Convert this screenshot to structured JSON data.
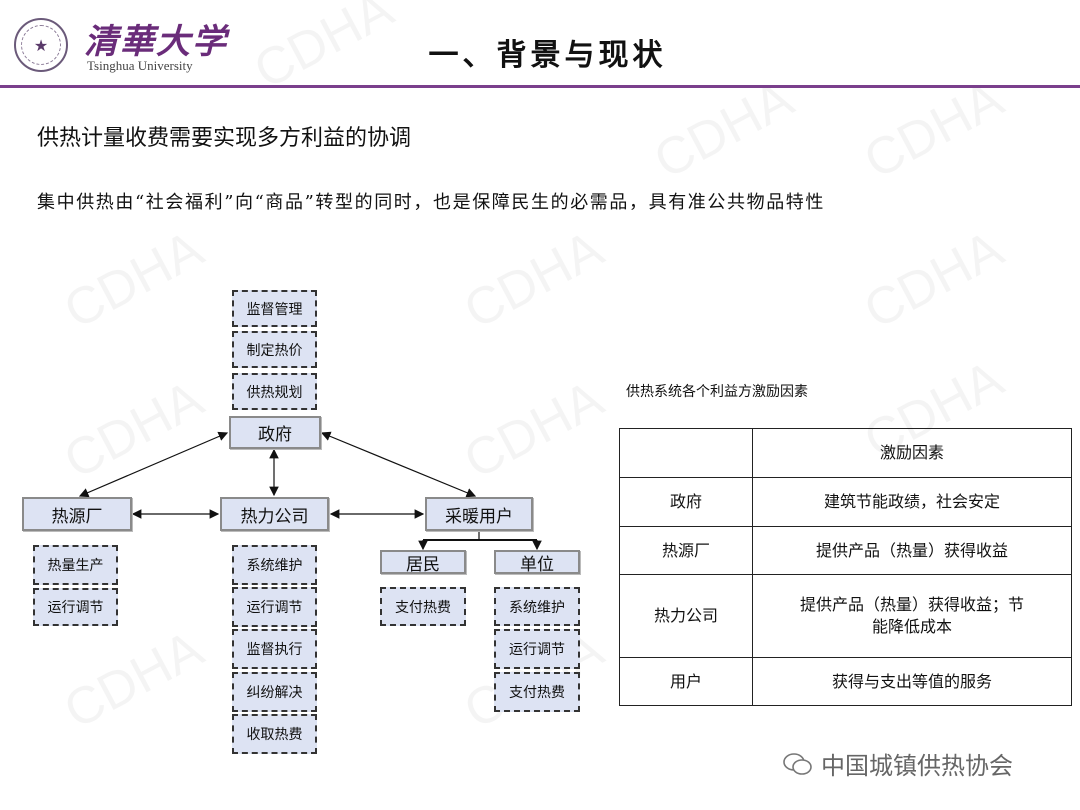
{
  "logo": {
    "cn": "清華大学",
    "en": "Tsinghua University"
  },
  "watermark": "CDHA",
  "title": "一、背景与现状",
  "heading": "供热计量收费需要实现多方利益的协调",
  "subtitle": "集中供热由“社会福利”向“商品”转型的同时，也是保障民生的必需品，具有准公共物品特性",
  "diagram": {
    "government": {
      "label": "政府",
      "duties": [
        "监督管理",
        "制定热价",
        "供热规划"
      ]
    },
    "heat_source": {
      "label": "热源厂",
      "duties": [
        "热量生产",
        "运行调节"
      ]
    },
    "heat_company": {
      "label": "热力公司",
      "duties": [
        "系统维护",
        "运行调节",
        "监督执行",
        "纠纷解决",
        "收取热费"
      ]
    },
    "users": {
      "label": "采暖用户",
      "resident": {
        "label": "居民",
        "duties": [
          "支付热费"
        ]
      },
      "unit": {
        "label": "单位",
        "duties": [
          "系统维护",
          "运行调节",
          "支付热费"
        ]
      }
    }
  },
  "table": {
    "caption": "供热系统各个利益方激励因素",
    "header": [
      "",
      "激励因素"
    ],
    "rows": [
      [
        "政府",
        "建筑节能政绩，社会安定"
      ],
      [
        "热源厂",
        "提供产品（热量）获得收益"
      ],
      [
        "热力公司",
        "提供产品（热量）获得收益；节能降低成本"
      ],
      [
        "用户",
        "获得与支出等值的服务"
      ]
    ]
  },
  "footer": "中国城镇供热协会"
}
